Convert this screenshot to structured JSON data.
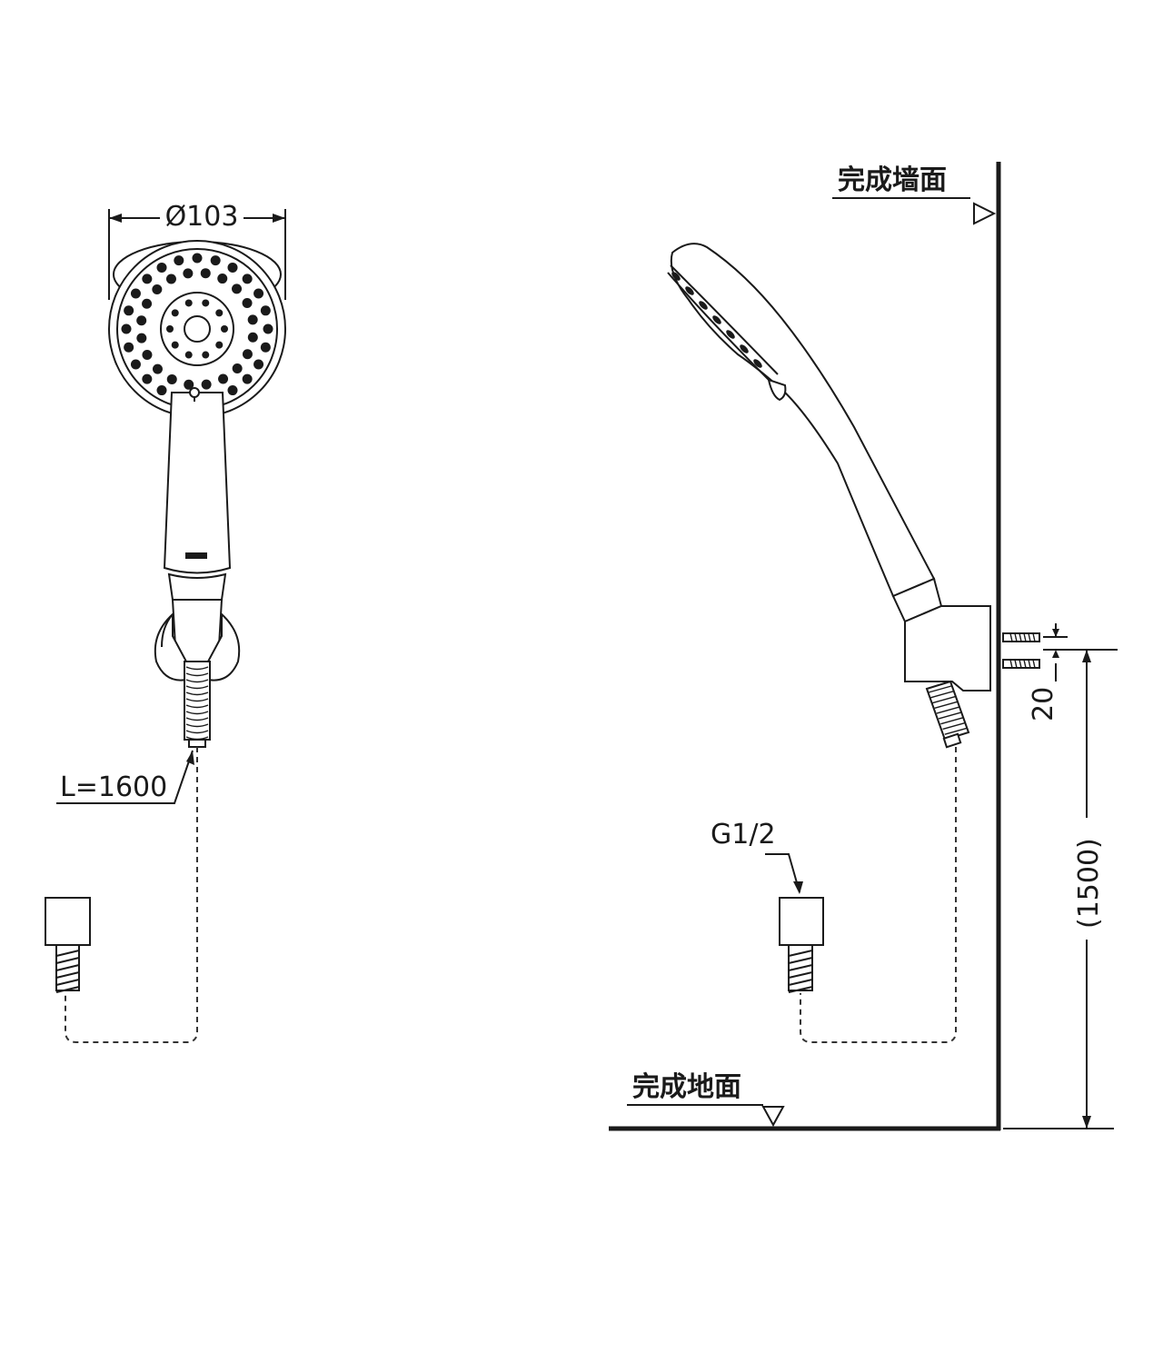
{
  "labels": {
    "diameter": "Ø103",
    "hose_length": "L=1600",
    "thread": "G1/2",
    "wall": "完成墙面",
    "floor": "完成地面",
    "bracket_dim": "20",
    "height_dim": "(1500)"
  }
}
